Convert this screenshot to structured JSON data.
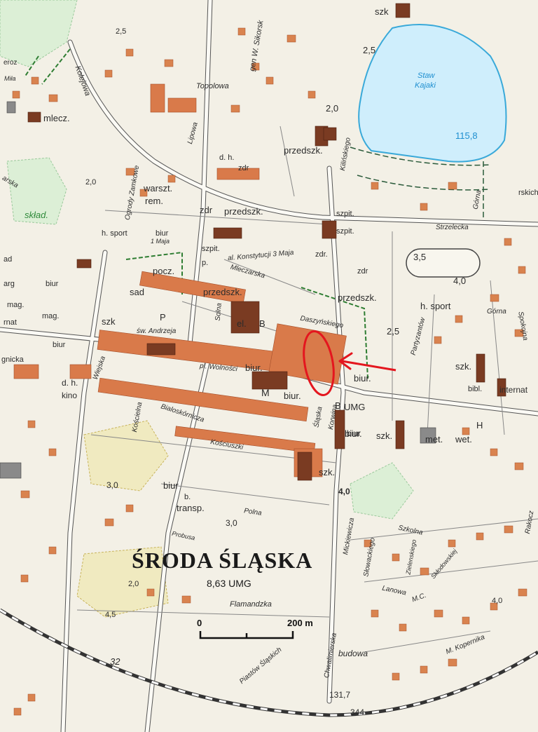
{
  "map": {
    "title": "ŚRODA ŚLĄSKA",
    "subtitle": "8,63 UMG",
    "scale": {
      "start": "0",
      "end": "200 m"
    },
    "lake": {
      "name": "Staw",
      "note": "Kajaki",
      "elevation": "115,8"
    },
    "labels": [
      "2,5",
      "Kolejowa",
      "mlecz.",
      "Topolowa",
      "gen W. Sikorsk",
      "szk",
      "2,5",
      "2,0",
      "przedszk.",
      "d. h.",
      "zdr",
      "Kilińskiego",
      "warszt.",
      "rem.",
      "zdr",
      "przedszk.",
      "Ogrody Zamkowe",
      "Lipowa",
      "2,0",
      "skład.",
      "h. sport",
      "biur",
      "szpit.",
      "szpit.",
      "Strzelecka",
      "Górna",
      "1 Maja",
      "szpit.",
      "p.",
      "al. Konstytucji 3 Maja",
      "zdr.",
      "3,5",
      "4,0",
      "pocz.",
      "Mleczarska",
      "zdr",
      "sad",
      "przedszk.",
      "przedszk.",
      "h. sport",
      "biur",
      "mag.",
      "szk",
      "P",
      "św. Andrzeja",
      "Solna",
      "el.",
      "B",
      "Daszyńskiego",
      "2,5",
      "Partyzantów",
      "szk.",
      "Górna",
      "Spokojna",
      "biur",
      "biur.",
      "pl. Wolności",
      "biur.",
      "M",
      "biur.",
      "biur.",
      "bibl.",
      "internat",
      "d. h.",
      "kino",
      "Wiejska",
      "Bialoskórnicza",
      "B",
      "UMG",
      "biur",
      "szk.",
      "met.",
      "wet.",
      "H",
      "Kościelna",
      "Kościuszki",
      "Śląska",
      "Korwina",
      "szk.",
      "4,0",
      "3,0",
      "biur",
      "b.",
      "transp.",
      "3,0",
      "Polna",
      "Probusa",
      "Szkolna",
      "Mickiewicza",
      "Słowackiego",
      "Zielenskiego",
      "Skłodowskiej",
      "Lanowa",
      "M.C.",
      "Rakocz",
      "2,0",
      "4,5",
      "4,0",
      "Flamandzka",
      "Chwalimierska",
      "Piastów Śląskich",
      "budowa",
      "M. Kopernika",
      "32",
      "131,7",
      "344",
      "gnicka",
      "rskich",
      "mag.",
      "rnat",
      "arg",
      "ad",
      "arska",
      "eroz",
      "Miła"
    ]
  }
}
